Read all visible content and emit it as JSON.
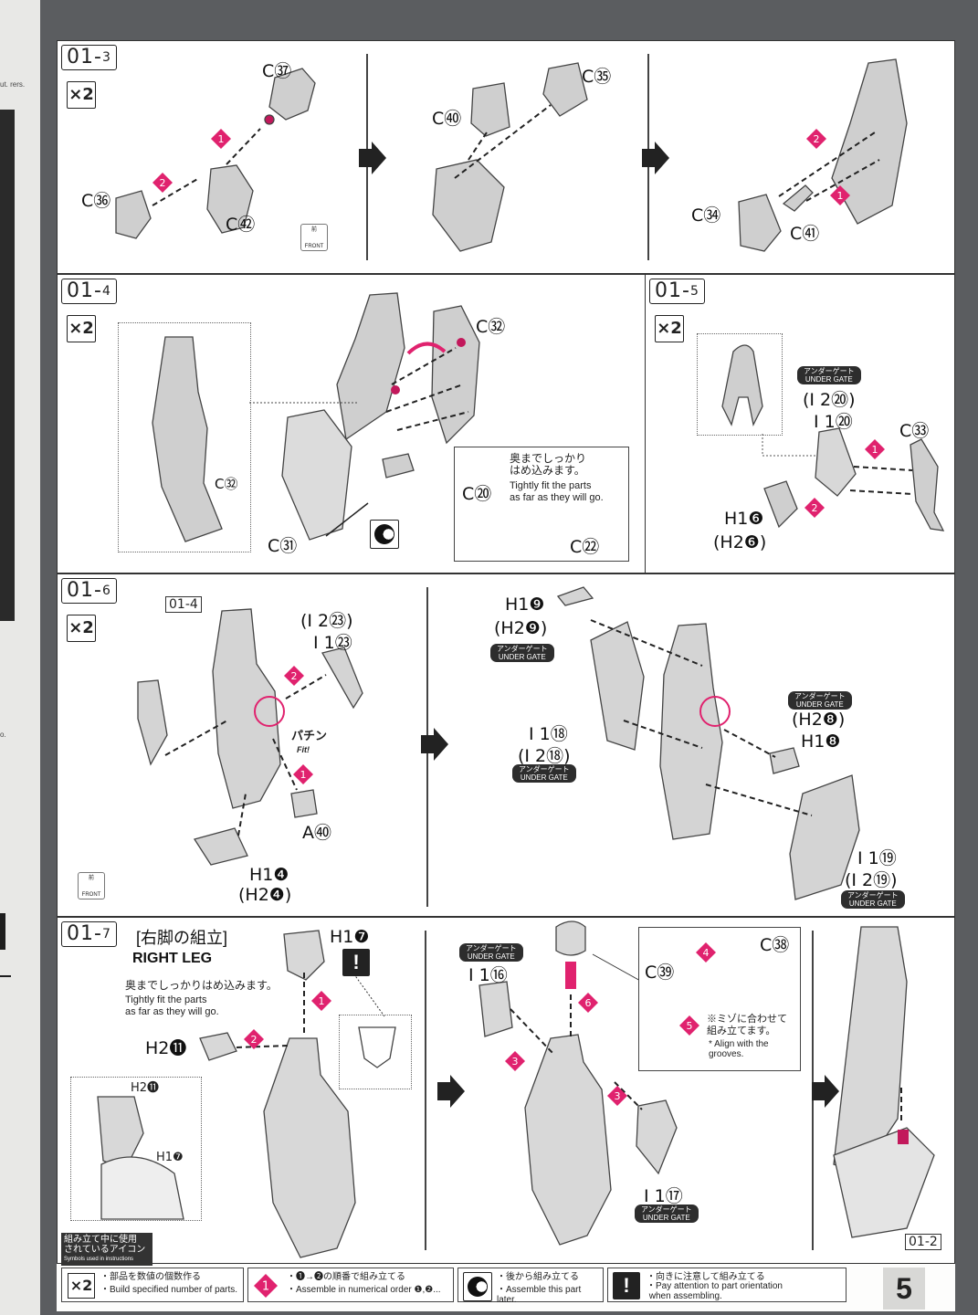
{
  "left_strip": {
    "text_top": "ut.\nrers.",
    "text_mid": "o."
  },
  "steps": {
    "s1": {
      "num": "01",
      "sub": "3",
      "mult": "×2",
      "labels": {
        "c37": "C㊲",
        "c36": "C㊱",
        "c42": "C㊷",
        "c35": "C㉟",
        "c40": "C㊵",
        "c34": "C㉞",
        "c41": "C㊶"
      },
      "front_jp": "前",
      "front_en": "FRONT"
    },
    "s2": {
      "num": "01",
      "sub": "4",
      "mult": "×2",
      "labels": {
        "c32a": "C㉜",
        "c32b": "C㉜",
        "c31": "C㉛",
        "c20": "C⑳",
        "c22": "C㉒"
      },
      "tip_jp": "奥までしっかり\nはめ込みます。",
      "tip_en": "Tightly fit the parts\nas far as they will go."
    },
    "s3": {
      "num": "01",
      "sub": "5",
      "mult": "×2",
      "labels": {
        "i20p": "(I 2⑳)",
        "i20": "I 1⑳",
        "c33": "C㉝",
        "h16": "H1❻",
        "h26": "(H2❻)"
      },
      "ug_jp": "アンダーゲート",
      "ug_en": "UNDER GATE"
    },
    "s4": {
      "num": "01",
      "sub": "6",
      "mult": "×2",
      "ref": "01-4",
      "labels": {
        "i23p": "(I 2㉓)",
        "i23": "I 1㉓",
        "a40": "A㊵",
        "h14": "H1❹",
        "h24": "(H2❹)",
        "h19": "H1❾",
        "h29": "(H2❾)",
        "i18": "I 1⑱",
        "i18p": "(I 2⑱)",
        "h28": "(H2❽)",
        "h18": "H1❽",
        "i19": "I 1⑲",
        "i19p": "(I 2⑲)"
      },
      "pachin": "パチン",
      "fit": "Fit!",
      "ug_jp": "アンダーゲート",
      "ug_en": "UNDER GATE",
      "front_jp": "前",
      "front_en": "FRONT"
    },
    "s5": {
      "num": "01",
      "sub": "7",
      "title_jp": "[右脚の組立]",
      "title_en": "RIGHT LEG",
      "labels": {
        "h17": "H1❼",
        "h211": "H2⓫",
        "h211s": "H2⓫",
        "h17s": "H1❼",
        "i16": "I 1⑯",
        "c39": "C㊴",
        "c38": "C㊳",
        "i17": "I 1⑰",
        "ref": "01-2"
      },
      "tip_jp": "奥までしっかりはめ込みます。",
      "tip_en": "Tightly fit the parts\nas far as they will go.",
      "groove_jp": "※ミゾに合わせて\n組み立てます。",
      "groove_en": "* Align with the\ngrooves.",
      "ug_jp": "アンダーゲート",
      "ug_en": "UNDER GATE"
    }
  },
  "legend": {
    "head_jp": "組み立て中に使用\nされているアイコン",
    "head_en": "Symbols used in instructions",
    "items": [
      {
        "jp": "・部品を数値の個数作る",
        "en": "・Build specified number of parts.",
        "icon": "×2"
      },
      {
        "jp": "・❶→❷の順番で組み立てる",
        "en": "・Assemble in numerical order ❶,❷...",
        "icon": "1"
      },
      {
        "jp": "・後から組み立てる",
        "en": "・Assemble this part later.",
        "icon": "later"
      },
      {
        "jp": "・向きに注意して組み立てる",
        "en": "・Pay attention to part orientation\n when assembling.",
        "icon": "!"
      }
    ]
  },
  "page_number": "5",
  "colors": {
    "accent": "#e0226e",
    "panel_border": "#333333",
    "background": "#5b5d60"
  }
}
